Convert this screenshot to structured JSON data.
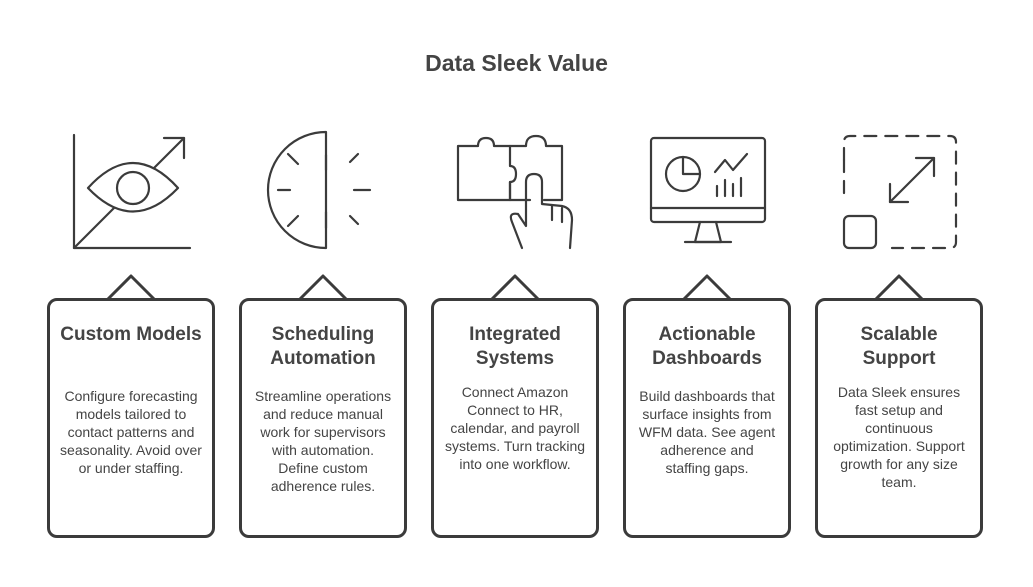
{
  "title": "Data Sleek Value",
  "cards": [
    {
      "title": "Custom Models",
      "body": "Configure forecasting models tailored to contact patterns and seasonality. Avoid over or under staffing.",
      "icon": "eye-chart-icon"
    },
    {
      "title": "Scheduling Automation",
      "body": "Streamline operations and reduce manual work for supervisors with automation. Define custom adherence rules.",
      "icon": "half-clock-icon"
    },
    {
      "title": "Integrated Systems",
      "body": "Connect Amazon Connect to HR, calendar, and payroll systems. Turn tracking into one workflow.",
      "icon": "puzzle-hand-icon"
    },
    {
      "title": "Actionable Dashboards",
      "body": "Build dashboards that surface insights from WFM data. See agent adherence and staffing gaps.",
      "icon": "monitor-dashboard-icon"
    },
    {
      "title": "Scalable Support",
      "body": "Data Sleek ensures fast setup and continuous optimization. Support growth for any size team.",
      "icon": "scale-expand-icon"
    }
  ]
}
